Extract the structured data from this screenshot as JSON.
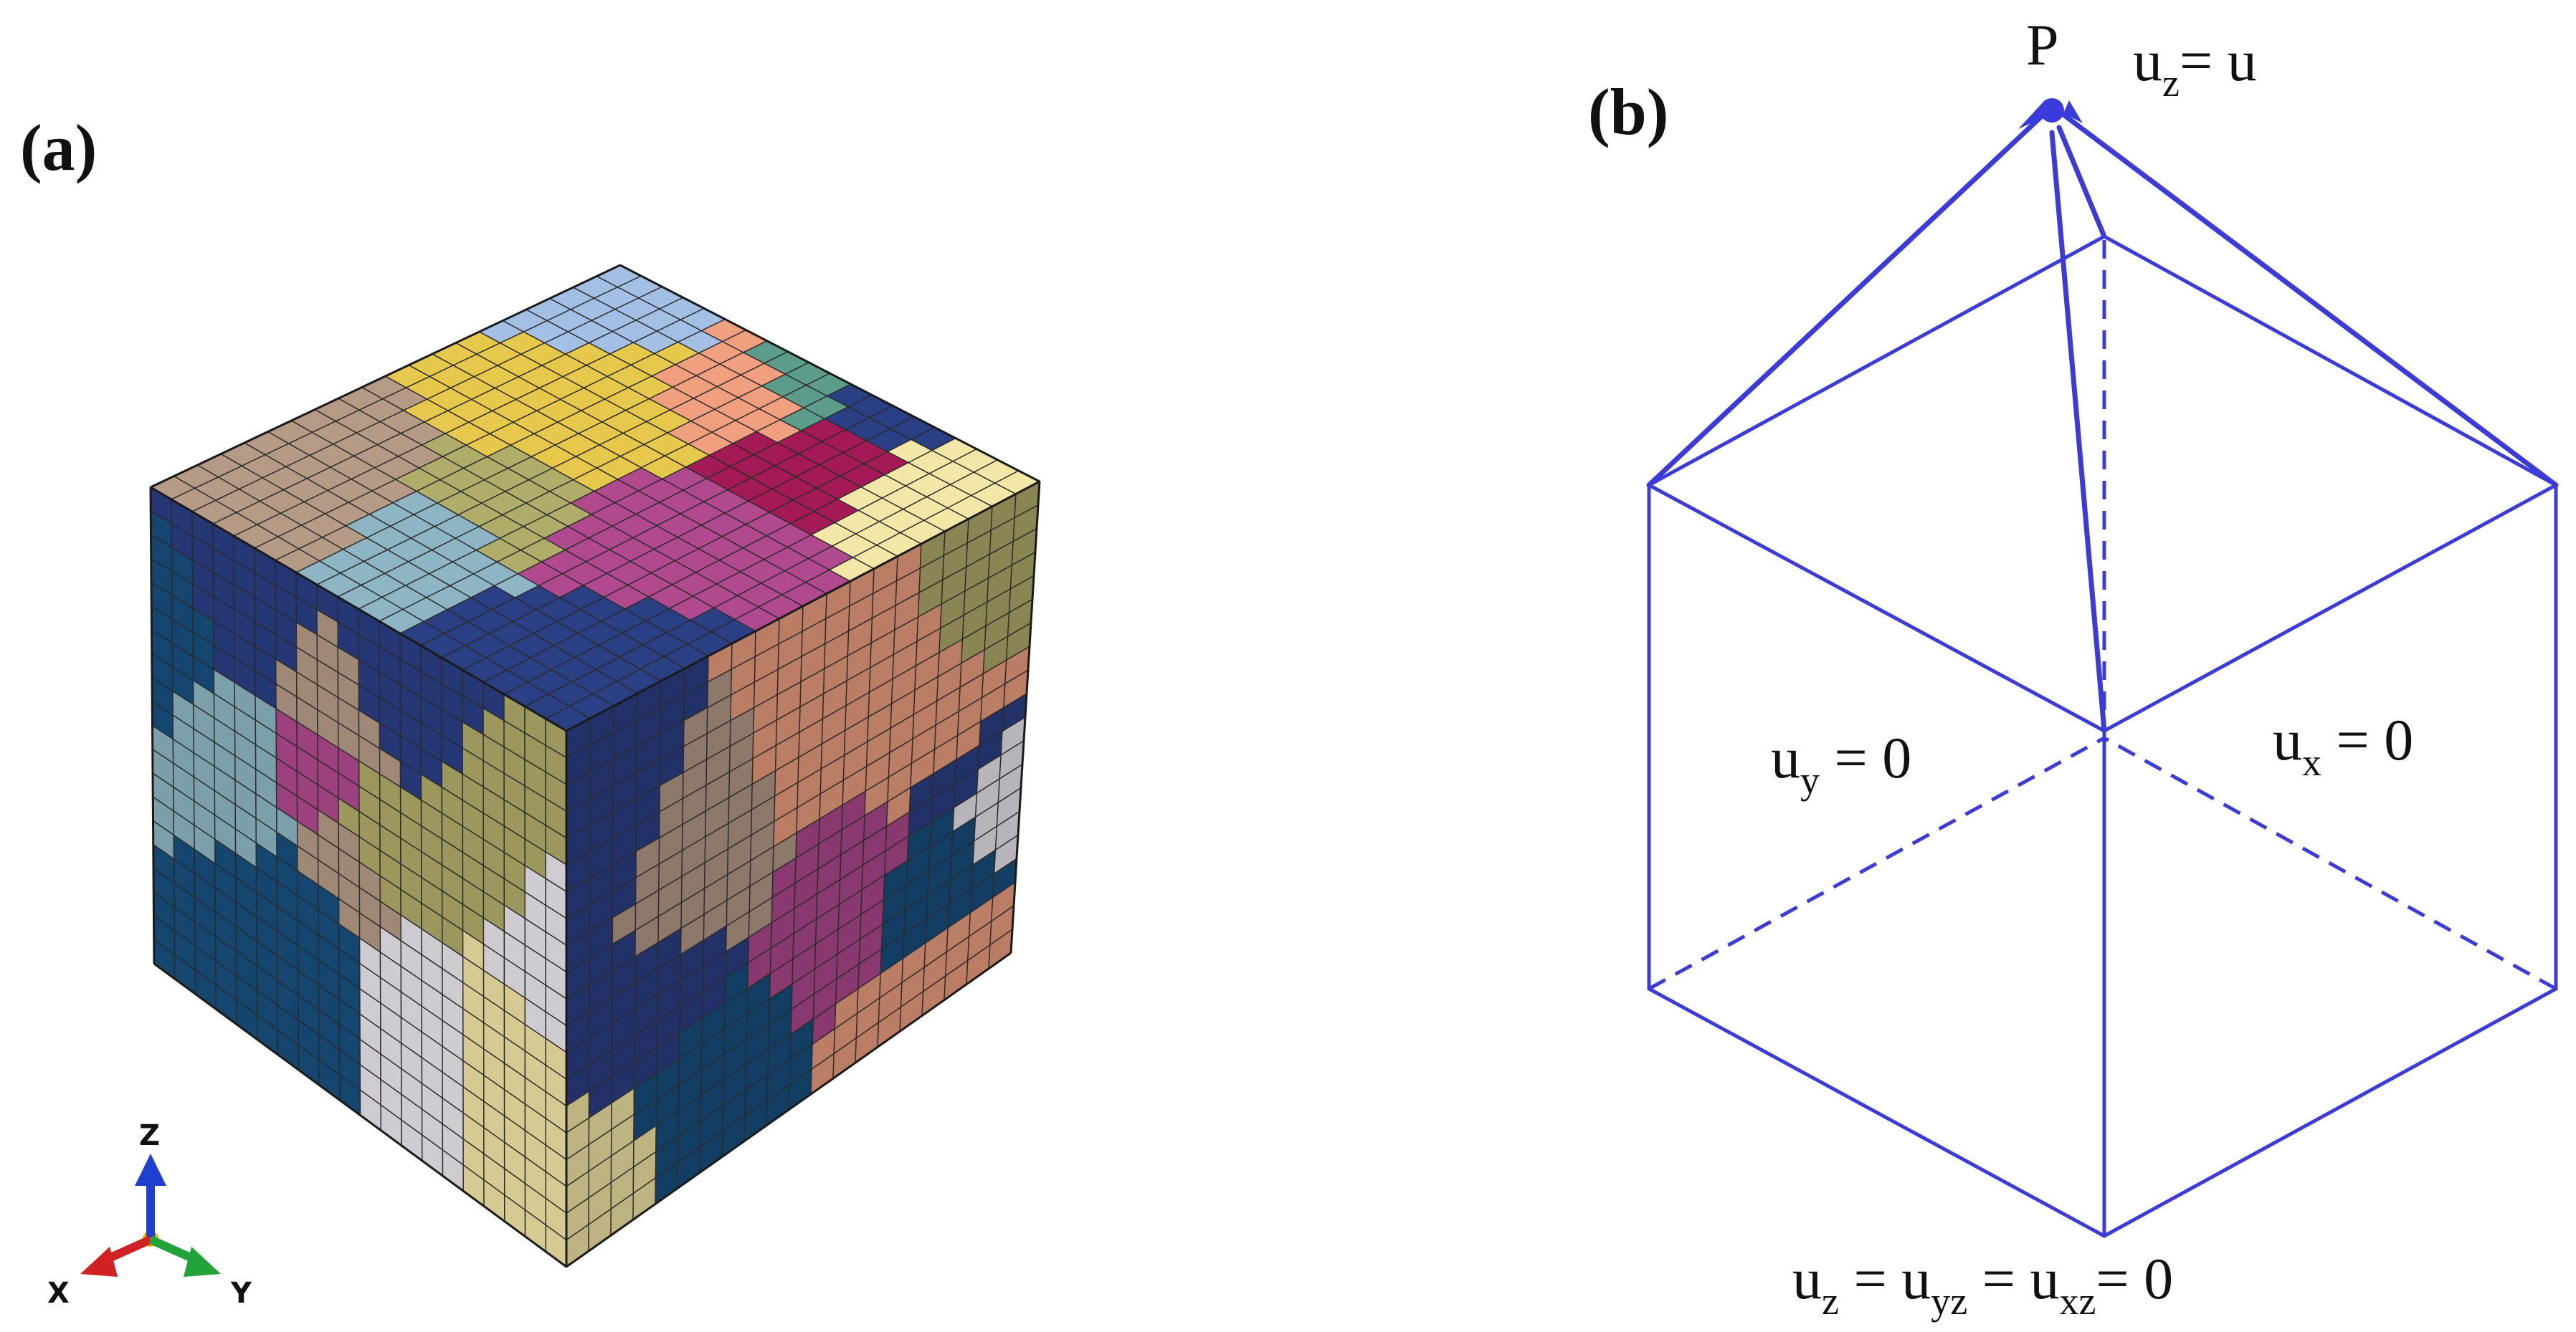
{
  "panel_a": {
    "label": "(a)",
    "triad": {
      "z_label": "Z",
      "x_label": "X",
      "y_label": "Y",
      "z_color": "#1f3fd0",
      "x_color": "#d02222",
      "y_color": "#22a33a"
    },
    "mesh": {
      "elements_per_edge": 20,
      "grain_palette": [
        "#eae7ee",
        "#f2e7a6",
        "#a3c0e4",
        "#17507f",
        "#a41a56",
        "#b1498f",
        "#f0a07f",
        "#b0ac6a",
        "#e5c84c",
        "#2b3f85",
        "#5b9c8a",
        "#b59a86",
        "#8db5c4",
        "#e7b27b"
      ]
    }
  },
  "panel_b": {
    "label": "(b)",
    "line_color": "#3b3bdb",
    "point_label": "P",
    "top_eq": {
      "var": "u",
      "sub": "z",
      "rhs": "= u"
    },
    "left_eq": {
      "var": "u",
      "sub": "y",
      "rhs": " = 0"
    },
    "right_eq": {
      "var": "u",
      "sub": "x",
      "rhs": " = 0"
    },
    "bottom_eq": {
      "t1": "u",
      "s1": "z",
      "t2": " = u",
      "s2": "yz",
      "t3": " = u",
      "s3": "xz",
      "t4": "= 0"
    }
  }
}
